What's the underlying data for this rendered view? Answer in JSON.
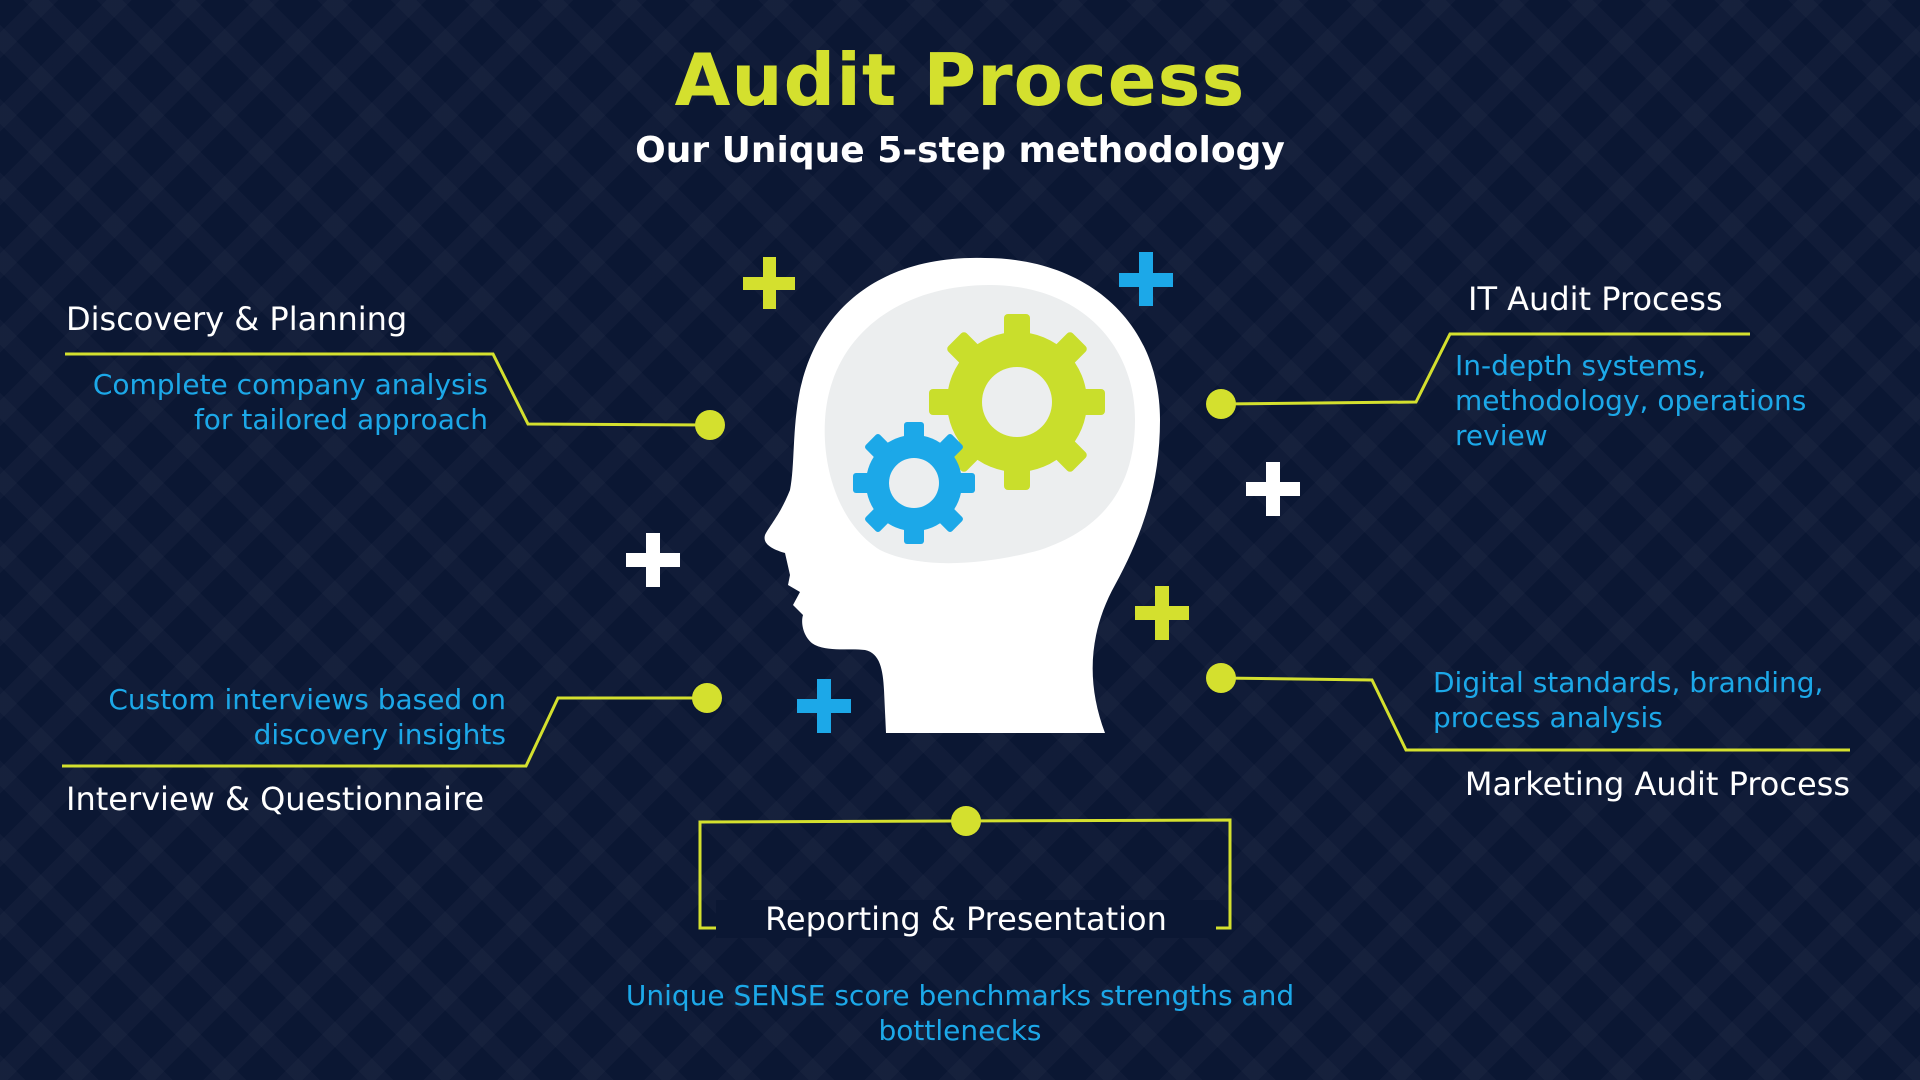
{
  "header": {
    "title": "Audit Process",
    "subtitle": "Our Unique 5-step methodology"
  },
  "steps": [
    {
      "heading": "Discovery & Planning",
      "description_lines": [
        "Complete company analysis",
        "for tailored approach"
      ]
    },
    {
      "heading": "IT Audit Process",
      "description_lines": [
        "In-depth systems,",
        "methodology, operations",
        "review"
      ]
    },
    {
      "heading": "Interview & Questionnaire",
      "description_lines": [
        "Custom interviews based on",
        "discovery insights"
      ]
    },
    {
      "heading": "Marketing Audit Process",
      "description_lines": [
        "Digital standards, branding,",
        "process analysis"
      ]
    },
    {
      "heading": "Reporting & Presentation",
      "description_lines": [
        "Unique SENSE score benchmarks strengths and",
        "bottlenecks"
      ]
    }
  ],
  "colors": {
    "background": "#0b1733",
    "accent_yellow": "#d4e02e",
    "accent_blue": "#1ca8e8",
    "text_white": "#ffffff",
    "head_fill": "#ffffff"
  },
  "icons": [
    "head-silhouette-icon",
    "gear-icon",
    "plus-icon"
  ]
}
